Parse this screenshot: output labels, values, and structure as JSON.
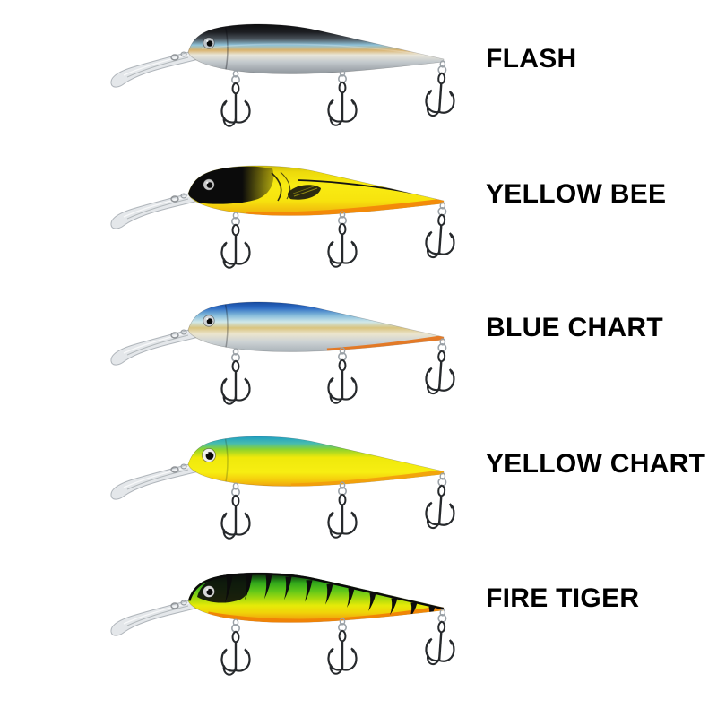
{
  "page": {
    "background": "#ffffff",
    "text_color": "#000000"
  },
  "hardware": {
    "hook_ring_color": "#9aa1a7",
    "hook_metal_color": "#26292c",
    "lip_fill": "rgba(206,212,217,0.55)",
    "lip_edge": "rgba(140,148,155,0.65)"
  },
  "lures": [
    {
      "label": "FLASH",
      "variant": "flash",
      "body_gradient": [
        [
          "0%",
          "#0d0d0f"
        ],
        [
          "16%",
          "#1c1e22"
        ],
        [
          "30%",
          "#4b545c"
        ],
        [
          "42%",
          "#8fc3da"
        ],
        [
          "52%",
          "#d9b36e"
        ],
        [
          "62%",
          "#e9e6da"
        ],
        [
          "76%",
          "#c3c9cd"
        ],
        [
          "100%",
          "#8e959b"
        ]
      ],
      "eye_outer": "#c0c6cb",
      "eye_pupil": "#0a0a0a",
      "seam_color": "rgba(10,10,14,0.35)"
    },
    {
      "label": "YELLOW BEE",
      "variant": "yellow-bee",
      "body_gradient": [
        [
          "0%",
          "#caba08"
        ],
        [
          "12%",
          "#ecd90b"
        ],
        [
          "40%",
          "#f8ec12"
        ],
        [
          "70%",
          "#f7e30e"
        ],
        [
          "88%",
          "#f2c20d"
        ],
        [
          "100%",
          "#eda80e"
        ]
      ],
      "head_color": "#0b0b0b",
      "fin_color": "#15150f",
      "lateral_line_color": "#141414",
      "belly_accent": "#f2870a",
      "eye_outer": "#c9c9c9",
      "eye_pupil": "#0a0a0a"
    },
    {
      "label": "BLUE CHART",
      "variant": "blue-chart",
      "body_gradient": [
        [
          "0%",
          "#16499f"
        ],
        [
          "12%",
          "#2e6cc4"
        ],
        [
          "26%",
          "#7fb7d9"
        ],
        [
          "40%",
          "#cfe8ea"
        ],
        [
          "52%",
          "#d9c47f"
        ],
        [
          "64%",
          "#ece5cd"
        ],
        [
          "80%",
          "#ccd2d4"
        ],
        [
          "100%",
          "#aab2b8"
        ]
      ],
      "belly_accent": "#e5751d",
      "eye_outer": "#d2d6da",
      "eye_pupil": "#0a0a0a",
      "seam_color": "rgba(10,10,14,0.3)"
    },
    {
      "label": "YELLOW CHART",
      "variant": "yellow-chart",
      "body_gradient": [
        [
          "0%",
          "#1f9ec3"
        ],
        [
          "14%",
          "#47bcae"
        ],
        [
          "26%",
          "#8ed32b"
        ],
        [
          "42%",
          "#efe90b"
        ],
        [
          "72%",
          "#f7ee12"
        ],
        [
          "90%",
          "#f4c60c"
        ],
        [
          "100%",
          "#efa012"
        ]
      ],
      "belly_accent": "#f29d0c",
      "eye_outer": "#efefec",
      "eye_pupil": "#0a0a0a",
      "seam_color": "rgba(30,60,20,0.25)"
    },
    {
      "label": "FIRE TIGER",
      "variant": "fire-tiger",
      "body_gradient": [
        [
          "0%",
          "#0c0d0a"
        ],
        [
          "8%",
          "#174f12"
        ],
        [
          "20%",
          "#2fa51a"
        ],
        [
          "36%",
          "#5ec61a"
        ],
        [
          "52%",
          "#a5d90e"
        ],
        [
          "66%",
          "#e6ea08"
        ],
        [
          "80%",
          "#f0d409"
        ],
        [
          "92%",
          "#f0a70c"
        ],
        [
          "100%",
          "#ee8c09"
        ]
      ],
      "stripe_color": "#0d0d0d",
      "back_edge_color": "#0a0a0a",
      "head_patch_color": "#0b0b0b",
      "belly_accent": "#ef8206",
      "eye_outer": "#d8d8d8",
      "eye_pupil": "#0a0a0a"
    }
  ]
}
